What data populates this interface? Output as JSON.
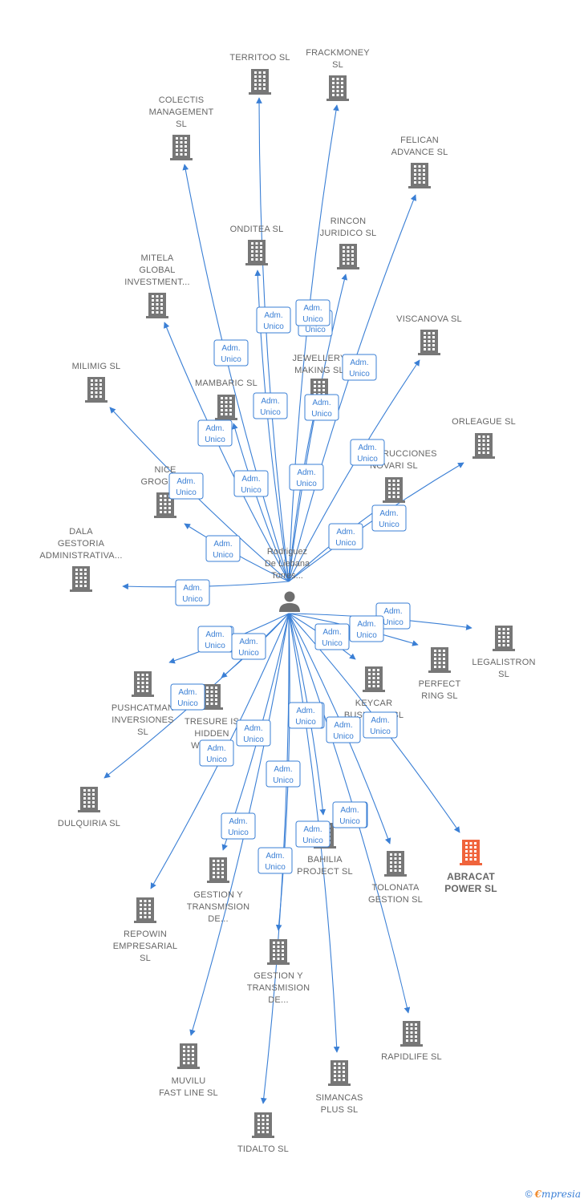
{
  "center": {
    "label_lines": [
      "Rodriguez",
      "De Liebana",
      "Torres..."
    ]
  },
  "badge_lines": [
    "Adm.",
    "Unico"
  ],
  "colors": {
    "line": "#3a7fd5",
    "node": "#777777",
    "highlight": "#f0643c",
    "label": "#666666"
  },
  "nodes": [
    {
      "id": "territoo",
      "lines": [
        "TERRITOO  SL"
      ],
      "highlight": false
    },
    {
      "id": "frackmoney",
      "lines": [
        "FRACKMONEY",
        "SL"
      ],
      "highlight": false
    },
    {
      "id": "colectis",
      "lines": [
        "COLECTIS",
        "MANAGEMENT",
        "SL"
      ],
      "highlight": false
    },
    {
      "id": "felican",
      "lines": [
        "FELICAN",
        "ADVANCE  SL"
      ],
      "highlight": false
    },
    {
      "id": "onditea",
      "lines": [
        "ONDITEA  SL"
      ],
      "highlight": false
    },
    {
      "id": "rincon",
      "lines": [
        "RINCON",
        "JURIDICO SL"
      ],
      "highlight": false
    },
    {
      "id": "mitela",
      "lines": [
        "MITELA",
        "GLOBAL",
        "INVESTMENT..."
      ],
      "highlight": false
    },
    {
      "id": "viscanova",
      "lines": [
        "VISCANOVA  SL"
      ],
      "highlight": false
    },
    {
      "id": "jewellery",
      "lines": [
        "JEWELLERY",
        "MAKING  SL"
      ],
      "highlight": false
    },
    {
      "id": "milimig",
      "lines": [
        "MILIMIG  SL"
      ],
      "highlight": false
    },
    {
      "id": "mambaric",
      "lines": [
        "MAMBARIC  SL"
      ],
      "highlight": false
    },
    {
      "id": "orleague",
      "lines": [
        "ORLEAGUE  SL"
      ],
      "highlight": false
    },
    {
      "id": "construcciones",
      "lines": [
        "CONSTRUCCIONES",
        "NOVARI SL"
      ],
      "highlight": false
    },
    {
      "id": "nice",
      "lines": [
        "NICE",
        "GROGRO..."
      ],
      "highlight": false
    },
    {
      "id": "dala",
      "lines": [
        "DALA",
        "GESTORIA",
        "ADMINISTRATIVA..."
      ],
      "highlight": false
    },
    {
      "id": "legalistron",
      "lines": [
        "LEGALISTRON",
        "SL"
      ],
      "highlight": false
    },
    {
      "id": "perfectring",
      "lines": [
        "PERFECT",
        "RING  SL"
      ],
      "highlight": false
    },
    {
      "id": "keycar",
      "lines": [
        "KEYCAR",
        "BUSINESS  SL"
      ],
      "highlight": false
    },
    {
      "id": "pushcatman",
      "lines": [
        "PUSHCATMAN",
        "INVERSIONES",
        "SL"
      ],
      "highlight": false
    },
    {
      "id": "tresure",
      "lines": [
        "TRESURE IS",
        "HIDDEN",
        "WHERE..."
      ],
      "highlight": false
    },
    {
      "id": "dulquiria",
      "lines": [
        "DULQUIRIA  SL"
      ],
      "highlight": false
    },
    {
      "id": "abracat",
      "lines": [
        "ABRACAT",
        "POWER  SL"
      ],
      "highlight": true
    },
    {
      "id": "bahilia",
      "lines": [
        "BAHILIA",
        "PROJECT  SL"
      ],
      "highlight": false
    },
    {
      "id": "tolonata",
      "lines": [
        "TOLONATA",
        "GESTION  SL"
      ],
      "highlight": false
    },
    {
      "id": "gestion1",
      "lines": [
        "GESTION Y",
        "TRANSMISION",
        "DE..."
      ],
      "highlight": false
    },
    {
      "id": "repowin",
      "lines": [
        "REPOWIN",
        "EMPRESARIAL",
        "SL"
      ],
      "highlight": false
    },
    {
      "id": "gestion2",
      "lines": [
        "GESTION Y",
        "TRANSMISION",
        "DE..."
      ],
      "highlight": false
    },
    {
      "id": "rapidlife",
      "lines": [
        "RAPIDLIFE  SL"
      ],
      "highlight": false
    },
    {
      "id": "muvilu",
      "lines": [
        "MUVILU",
        "FAST LINE  SL"
      ],
      "highlight": false
    },
    {
      "id": "simancas",
      "lines": [
        "SIMANCAS",
        "PLUS  SL"
      ],
      "highlight": false
    },
    {
      "id": "tidalto",
      "lines": [
        "TIDALTO  SL"
      ],
      "highlight": false
    }
  ],
  "footer": {
    "copyright": "©",
    "brand_first": "€",
    "brand_rest": "mpresia"
  }
}
